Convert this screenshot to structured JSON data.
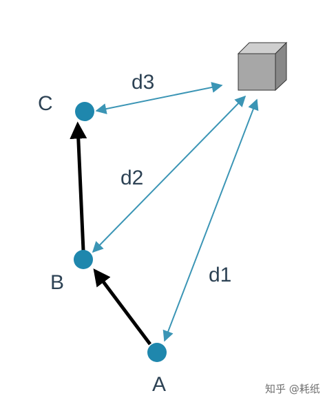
{
  "diagram": {
    "nodes": {
      "a": {
        "label": "A"
      },
      "b": {
        "label": "B"
      },
      "c": {
        "label": "C"
      }
    },
    "distances": {
      "d1": "d1",
      "d2": "d2",
      "d3": "d3"
    },
    "watermark": "知乎 @耗纸"
  },
  "colors": {
    "node_fill": "#1f87ad",
    "distance_line": "#3b95b5",
    "path_line": "#000000",
    "cube_front": "#a7a7a7",
    "cube_top": "#cfcfcf",
    "cube_side": "#888888",
    "label_text": "#2d4254"
  }
}
